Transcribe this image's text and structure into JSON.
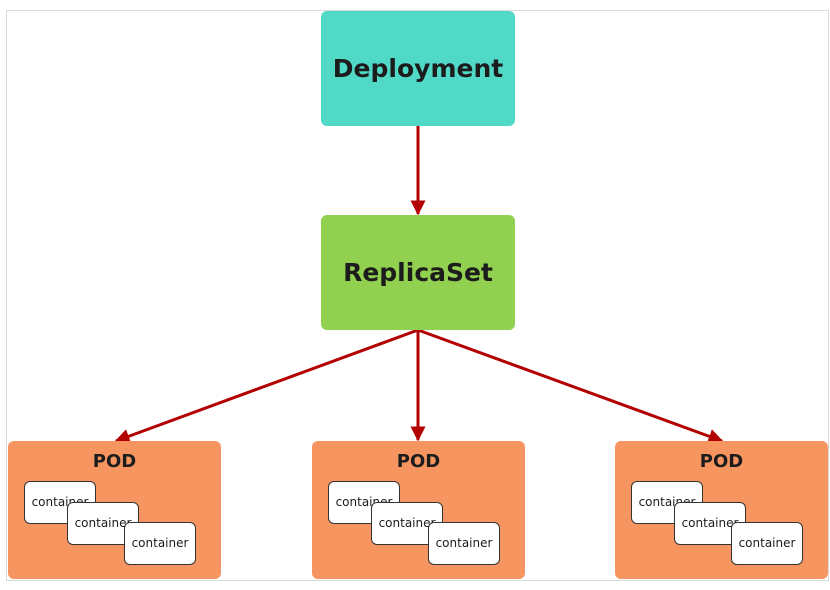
{
  "diagram": {
    "deployment": {
      "label": "Deployment"
    },
    "replicaset": {
      "label": "ReplicaSet"
    },
    "pods": [
      {
        "label": "POD",
        "containers": [
          "container",
          "container",
          "container"
        ]
      },
      {
        "label": "POD",
        "containers": [
          "container",
          "container",
          "container"
        ]
      },
      {
        "label": "POD",
        "containers": [
          "container",
          "container",
          "container"
        ]
      }
    ]
  },
  "colors": {
    "deployment_fill": "#51d9c8",
    "replicaset_fill": "#92d050",
    "pod_fill": "#f79560",
    "arrow": "#b30000",
    "container_fill": "#ffffff"
  }
}
